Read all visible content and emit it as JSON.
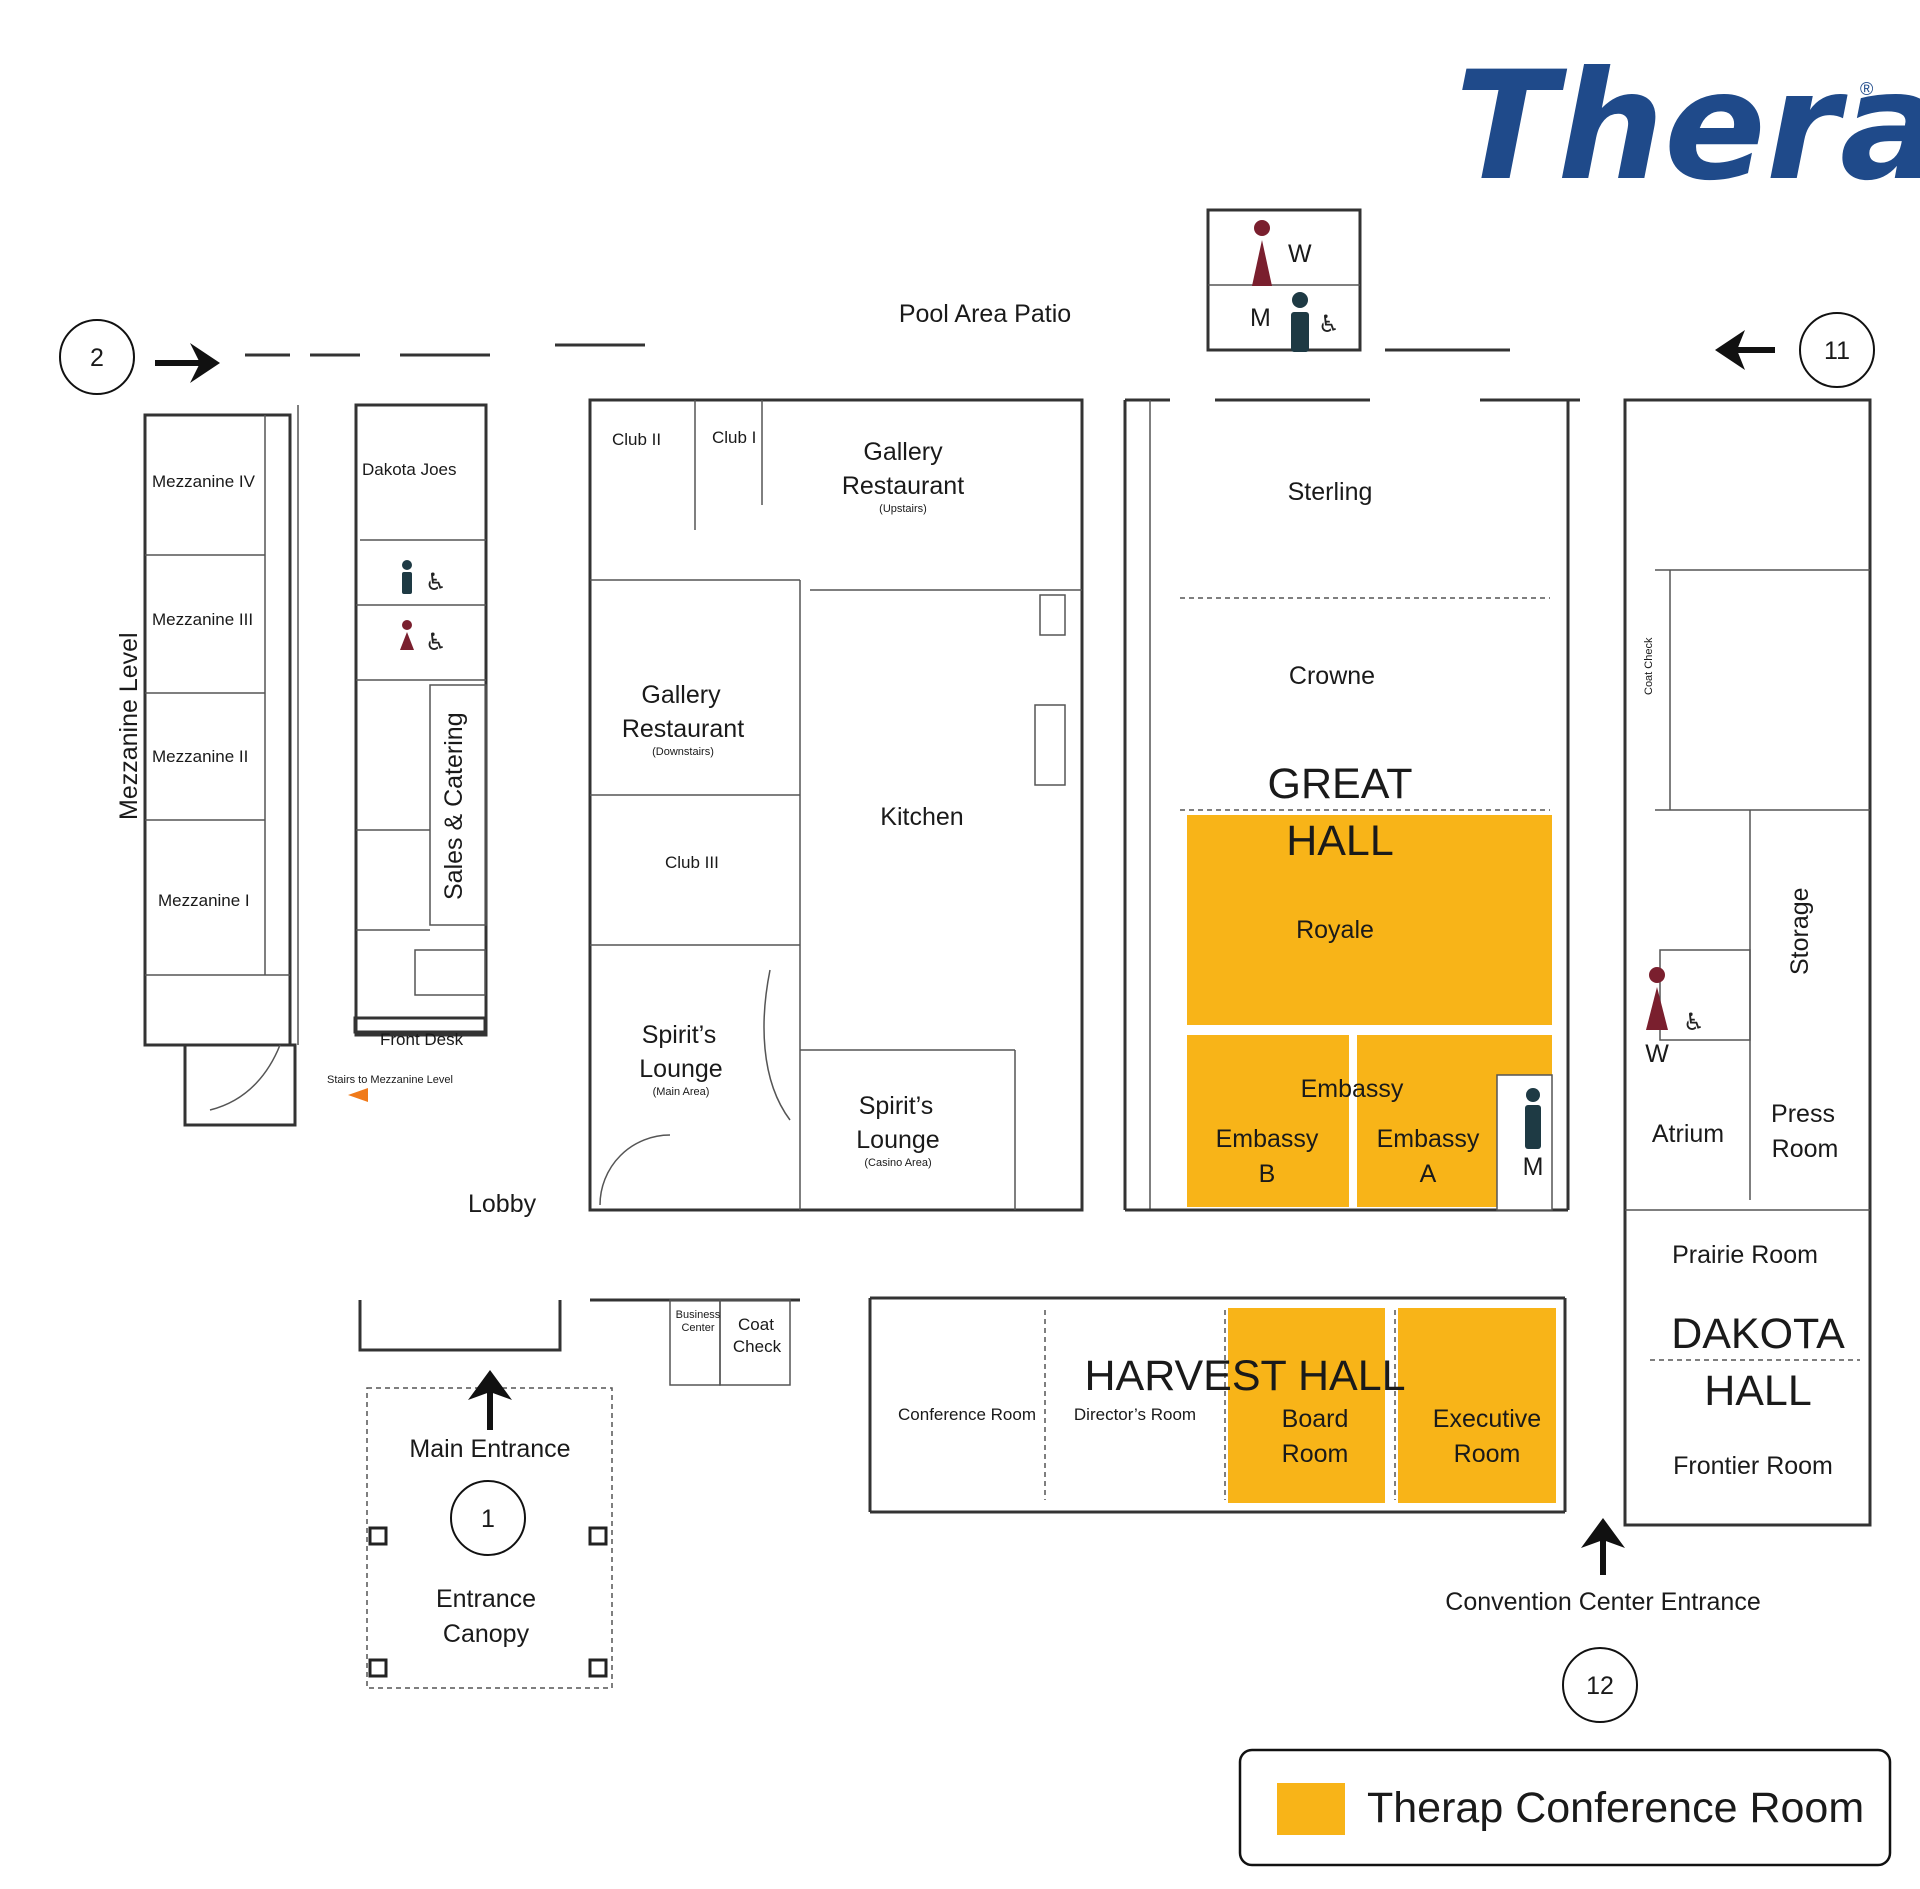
{
  "logo": {
    "text": "Therap",
    "registered": "®"
  },
  "colors": {
    "conference_room": "#f8b418",
    "logo_blue": "#1f4a8a"
  },
  "entrances": {
    "e1": "1",
    "e2": "2",
    "e11": "11",
    "e12": "12"
  },
  "labels": {
    "pool_patio": "Pool Area Patio",
    "women": "W",
    "men": "M",
    "mezzanine_level": "Mezzanine Level",
    "mezz4": "Mezzanine IV",
    "mezz3": "Mezzanine III",
    "mezz2": "Mezzanine II",
    "mezz1": "Mezzanine I",
    "dakota_joes": "Dakota Joes",
    "sales_catering": "Sales & Catering",
    "front_desk": "Front Desk",
    "stairs_mezz": "Stairs to Mezzanine Level",
    "club2": "Club II",
    "club1": "Club I",
    "club3": "Club III",
    "gallery_up_1": "Gallery",
    "gallery_up_2": "Restaurant",
    "gallery_up_sub": "(Upstairs)",
    "gallery_dn_1": "Gallery",
    "gallery_dn_2": "Restaurant",
    "gallery_dn_sub": "(Downstairs)",
    "kitchen": "Kitchen",
    "spirit_main_1": "Spirit’s",
    "spirit_main_2": "Lounge",
    "spirit_main_sub": "(Main Area)",
    "spirit_casino_1": "Spirit’s",
    "spirit_casino_2": "Lounge",
    "spirit_casino_sub": "(Casino Area)",
    "lobby": "Lobby",
    "sterling": "Sterling",
    "crowne": "Crowne",
    "great_hall_1": "GREAT",
    "great_hall_2": "HALL",
    "royale": "Royale",
    "embassy": "Embassy",
    "embassy_b_1": "Embassy",
    "embassy_b_2": "B",
    "embassy_a_1": "Embassy",
    "embassy_a_2": "A",
    "coat_check_v": "Coat Check",
    "storage": "Storage",
    "atrium": "Atrium",
    "press_1": "Press",
    "press_2": "Room",
    "prairie": "Prairie Room",
    "dakota_hall_1": "DAKOTA",
    "dakota_hall_2": "HALL",
    "frontier": "Frontier Room",
    "business_1": "Business",
    "business_2": "Center",
    "coat_1": "Coat",
    "coat_2": "Check",
    "harvest_hall": "HARVEST HALL",
    "conference_room": "Conference Room",
    "directors_room": "Director’s Room",
    "board_1": "Board",
    "board_2": "Room",
    "exec_1": "Executive",
    "exec_2": "Room",
    "main_entrance": "Main Entrance",
    "canopy_1": "Entrance",
    "canopy_2": "Canopy",
    "convention_entrance": "Convention Center Entrance"
  },
  "legend": {
    "label": "Therap Conference Room"
  }
}
